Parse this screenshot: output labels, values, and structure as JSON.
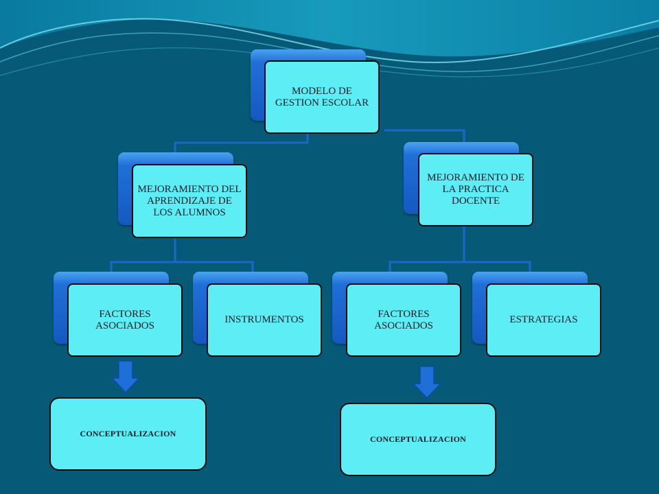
{
  "diagram": {
    "root": {
      "label": "MODELO DE GESTION ESCOLAR"
    },
    "branches": [
      {
        "label": "MEJORAMIENTO DEL APRENDIZAJE DE LOS ALUMNOS",
        "children": [
          {
            "label": "FACTORES ASOCIADOS",
            "note": "CONCEPTUALIZACION"
          },
          {
            "label": "INSTRUMENTOS"
          }
        ]
      },
      {
        "label": "MEJORAMIENTO DE LA PRACTICA DOCENTE",
        "children": [
          {
            "label": "FACTORES ASOCIADOS",
            "note": "CONCEPTUALIZACION"
          },
          {
            "label": "ESTRATEGIAS"
          }
        ]
      }
    ]
  },
  "colors": {
    "background": "#065a78",
    "node_fill": "#5deef5",
    "node_back": "#1f6fd8",
    "connector": "#1c67c8",
    "arrow": "#1f6fd8"
  }
}
